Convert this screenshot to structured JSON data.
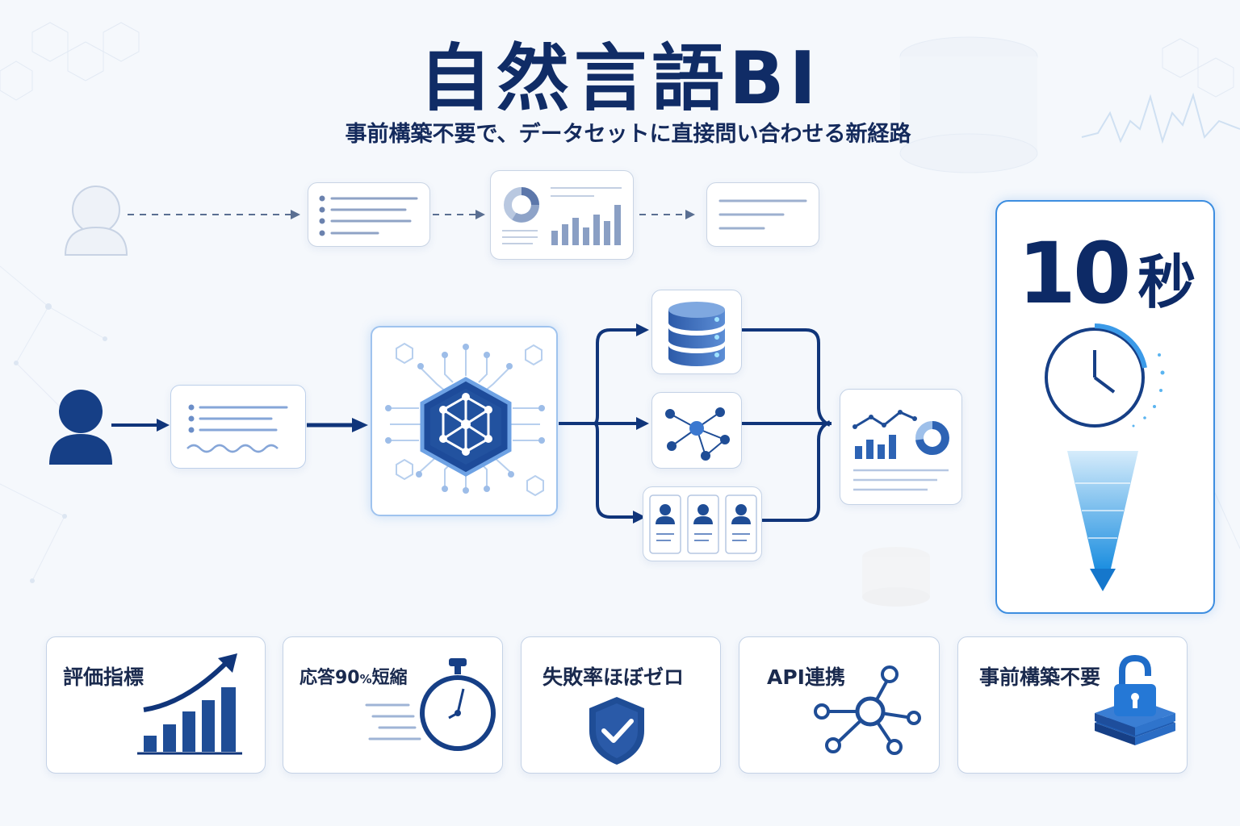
{
  "header": {
    "title": "自然言語BI",
    "subtitle": "事前構築不要で、データセットに直接問い合わせる新経路"
  },
  "speed": {
    "value": "10",
    "unit": "秒"
  },
  "features": [
    {
      "label": "評価指標",
      "icon": "bar-chart-growth-icon"
    },
    {
      "label_main": "応答90",
      "label_small": "%",
      "label_tail": "短縮",
      "icon": "stopwatch-icon"
    },
    {
      "label": "失敗率ほぼゼロ",
      "icon": "shield-check-icon"
    },
    {
      "label": "API連携",
      "icon": "network-hub-icon"
    },
    {
      "label": "事前構築不要",
      "icon": "unlock-layers-icon"
    }
  ],
  "colors": {
    "primary": "#10357a",
    "accent": "#3d8ee0",
    "faded": "#8a9bb8",
    "background": "#f5f8fc"
  }
}
